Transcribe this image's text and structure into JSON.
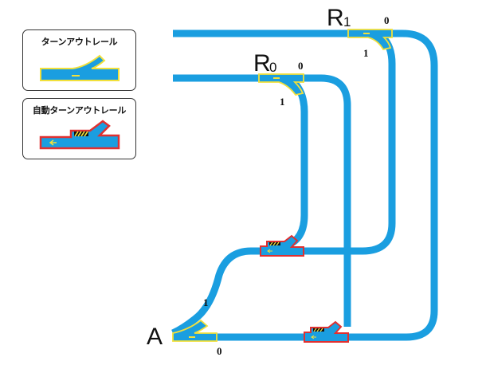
{
  "legend": {
    "turnout": {
      "label": "ターンアウトレール",
      "fill": "#1a9ee0",
      "border": "#f2e03a"
    },
    "auto_turnout": {
      "label": "自動ターンアウトレール",
      "fill": "#1a9ee0",
      "border": "#e03030"
    }
  },
  "colors": {
    "track": "#1a9ee0",
    "turnout_border": "#f2e03a",
    "auto_border": "#e03030"
  },
  "points": {
    "r1": {
      "letter": "R",
      "sub": "1",
      "label_0": "0",
      "label_1": "1"
    },
    "r0": {
      "letter": "R",
      "sub": "0",
      "label_0": "0",
      "label_1": "1"
    },
    "a": {
      "letter": "A",
      "label_0": "0",
      "label_1": "1"
    }
  }
}
